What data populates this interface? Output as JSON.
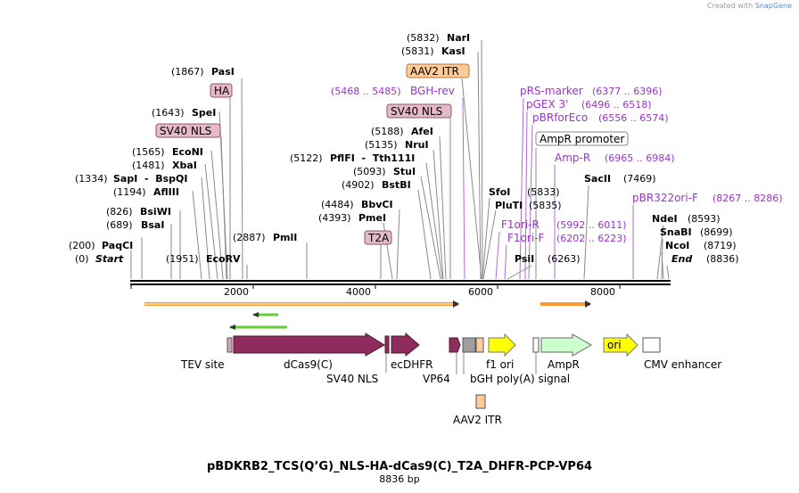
{
  "title": "pBDKRB2_TCS(Q’G)_NLS-HA-dCas9(C)_T2A_DHFR-PCP-VP64",
  "length": "8836 bp",
  "brand": {
    "prefix": "Created with",
    "name": "SnapGene"
  },
  "axis": {
    "ticks": [
      "2000",
      "4000",
      "6000",
      "8000"
    ]
  },
  "colors": {
    "backbone": "#000000",
    "dcas9": "#8e2c5e",
    "yellow": "#ffff00",
    "green_arrow": "#ccffcc",
    "primer": "#9933cc",
    "orf": "#ff9933",
    "itr": "#ffcc99",
    "tag_box": "#e6b8c8",
    "polyA": "#9e9e9e"
  },
  "sites": [
    {
      "pos": "(0)",
      "name": "Start"
    },
    {
      "pos": "(200)",
      "name": "PaqCI"
    },
    {
      "pos": "(689)",
      "name": "BsaI"
    },
    {
      "pos": "(826)",
      "name": "BsiWI"
    },
    {
      "pos": "(1194)",
      "name": "AflIII"
    },
    {
      "pos": "(1334)",
      "name": "SapI  -  BspQI"
    },
    {
      "pos": "(1481)",
      "name": "XbaI"
    },
    {
      "pos": "(1565)",
      "name": "EcoNI"
    },
    {
      "pos": "(1643)",
      "name": "SpeI"
    },
    {
      "pos": "(1867)",
      "name": "PasI"
    },
    {
      "pos": "(1951)",
      "name": "EcoRV"
    },
    {
      "pos": "(2887)",
      "name": "PmlI"
    },
    {
      "pos": "(4393)",
      "name": "PmeI"
    },
    {
      "pos": "(4484)",
      "name": "BbvCI"
    },
    {
      "pos": "(4902)",
      "name": "BstBI"
    },
    {
      "pos": "(5093)",
      "name": "StuI"
    },
    {
      "pos": "(5122)",
      "name": "PflFI  -  Tth111I"
    },
    {
      "pos": "(5135)",
      "name": "NruI"
    },
    {
      "pos": "(5188)",
      "name": "AfeI"
    },
    {
      "pos": "(5831)",
      "name": "KasI"
    },
    {
      "pos": "(5832)",
      "name": "NarI"
    },
    {
      "name": "SfoI"
    },
    {
      "pos": "(5833)",
      "name": "PluTI"
    },
    {
      "pos": "(5835)"
    },
    {
      "pos": "(6263)",
      "name": "PsiI"
    },
    {
      "pos": "(7469)",
      "name": "SacII"
    },
    {
      "pos": "(8593)",
      "name": "NdeI"
    },
    {
      "pos": "(8699)",
      "name": "SnaBI"
    },
    {
      "pos": "(8719)",
      "name": "NcoI"
    },
    {
      "pos": "(8836)",
      "name": "End"
    }
  ],
  "boxed_labels": [
    "HA",
    "SV40 NLS",
    "T2A",
    "SV40 NLS",
    "AAV2 ITR",
    "AmpR promoter"
  ],
  "primers": [
    {
      "range": "(5468 .. 5485)",
      "name": "BGH-rev"
    },
    {
      "name": "pRS-marker",
      "range": "(6377 .. 6396)"
    },
    {
      "name": "pGEX 3'",
      "range": "(6496 .. 6518)"
    },
    {
      "name": "pBRforEco",
      "range": "(6556 .. 6574)"
    },
    {
      "name": "Amp-R",
      "range": "(6965 .. 6984)"
    },
    {
      "name": "pBR322ori-F",
      "range": "(8267 .. 8286)"
    },
    {
      "name": "F1ori-R",
      "range": "(5992 .. 6011)"
    },
    {
      "name": "F1ori-F",
      "range": "(6202 .. 6223)"
    }
  ],
  "features": {
    "tev_site": "TEV site",
    "dcas9": "dCas9(C)",
    "sv40nls": "SV40 NLS",
    "ecdhfr": "ecDHFR",
    "vp64": "VP64",
    "f1ori": "f1 ori",
    "bgh": "bGH poly(A) signal",
    "ampr": "AmpR",
    "ori": "ori",
    "cmv": "CMV enhancer",
    "aav2itr": "AAV2 ITR"
  }
}
